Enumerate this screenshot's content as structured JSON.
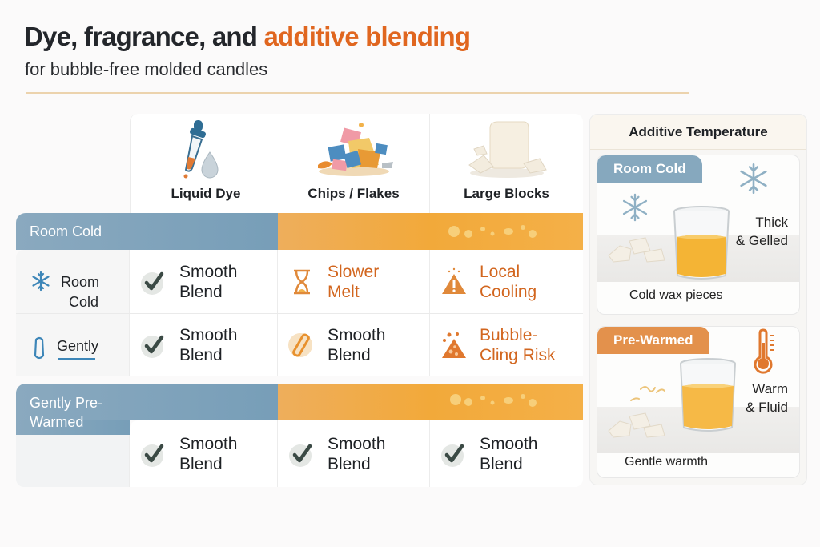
{
  "header": {
    "title_main": "Dye, fragrance, and ",
    "title_accent": "additive blending",
    "subtitle": "for bubble-free molded candles"
  },
  "columns": [
    {
      "label": "Liquid Dye",
      "icon": "dropper-icon"
    },
    {
      "label": "Chips / Flakes",
      "icon": "wax-chips-icon"
    },
    {
      "label": "Large Blocks",
      "icon": "wax-block-icon"
    }
  ],
  "groups": [
    {
      "label": "Room Cold",
      "color": "#7ba1ba",
      "rows": [
        {
          "side_label_line1": "Room",
          "side_label_line2": "Cold",
          "side_icon": "snowflake-icon",
          "cells": [
            {
              "line1": "Smooth",
              "line2": "Blend",
              "status": "ok",
              "icon": "check-icon"
            },
            {
              "line1": "Slower",
              "line2": "Melt",
              "status": "warn",
              "icon": "hourglass-icon"
            },
            {
              "line1": "Local",
              "line2": "Cooling",
              "status": "warn",
              "icon": "warning-icon"
            }
          ]
        },
        {
          "side_label_line1": "Gently",
          "side_label_line2": "",
          "side_icon": "droplet-outline-icon",
          "cells": [
            {
              "line1": "Smooth",
              "line2": "Blend",
              "status": "ok",
              "icon": "check-icon"
            },
            {
              "line1": "Smooth",
              "line2": "Blend",
              "status": "ok",
              "icon": "pencil-icon"
            },
            {
              "line1": "Bubble-",
              "line2": "Cling Risk",
              "status": "warn",
              "icon": "bubble-risk-icon"
            }
          ]
        }
      ]
    },
    {
      "label_line1": "Gently Pre-",
      "label_line2": "Warmed",
      "color": "#7ba1ba",
      "rows": [
        {
          "cells": [
            {
              "line1": "Smooth",
              "line2": "Blend",
              "status": "ok",
              "icon": "check-icon"
            },
            {
              "line1": "Smooth",
              "line2": "Blend",
              "status": "ok",
              "icon": "check-icon"
            },
            {
              "line1": "Smooth",
              "line2": "Blend",
              "status": "ok",
              "icon": "check-icon"
            }
          ]
        }
      ]
    }
  ],
  "panel": {
    "title": "Additive Temperature",
    "cards": [
      {
        "tag": "Room Cold",
        "tag_color": "#86a8be",
        "state_line1": "Thick",
        "state_line2": "& Gelled",
        "caption": "Cold wax pieces",
        "icon": "snowflake-icon"
      },
      {
        "tag": "Pre-Warmed",
        "tag_color": "#e3914c",
        "state_line1": "Warm",
        "state_line2": "& Fluid",
        "caption": "Gentle warmth",
        "icon": "thermometer-icon"
      }
    ]
  },
  "colors": {
    "accent_orange": "#e0661f",
    "warn_text": "#d2661f",
    "band_blue": "#7ba1ba",
    "band_orange": "#f2a93a",
    "check_dark": "#3b4a45"
  }
}
